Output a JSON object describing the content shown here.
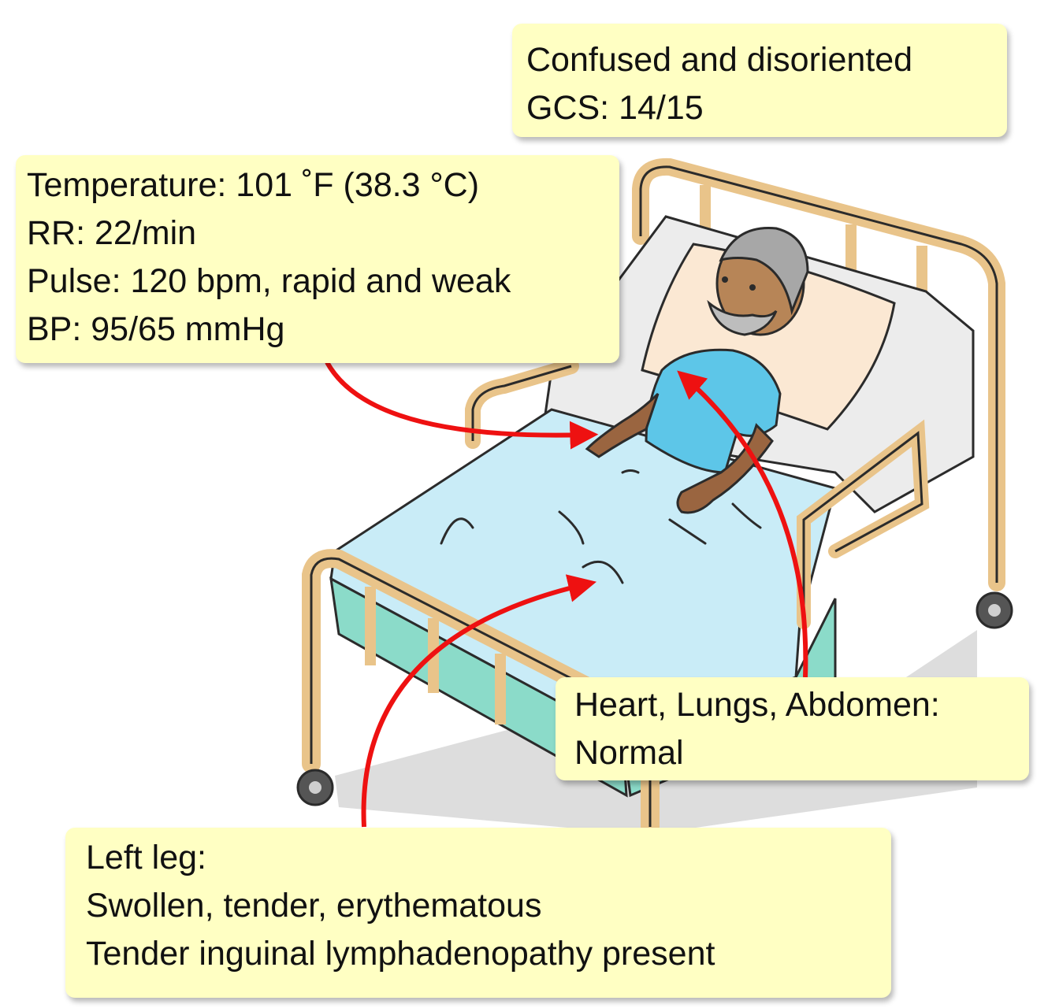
{
  "callouts": {
    "mental_status": {
      "lines": [
        "Confused and disoriented",
        "GCS: 14/15"
      ]
    },
    "vitals": {
      "lines": [
        "Temperature: 101 ˚F (38.3 °C)",
        "RR: 22/min",
        "Pulse: 120 bpm, rapid and weak",
        "BP: 95/65 mmHg"
      ]
    },
    "exam": {
      "lines": [
        "Heart, Lungs, Abdomen:",
        "Normal"
      ]
    },
    "leg": {
      "lines": [
        "Left leg:",
        "Swollen, tender, erythematous",
        "Tender inguinal lymphadenopathy present"
      ]
    }
  },
  "illustration": {
    "subject": "patient-in-hospital-bed-icon",
    "arrow_color": "#ee1111",
    "callout_color": "#ffffc3"
  }
}
